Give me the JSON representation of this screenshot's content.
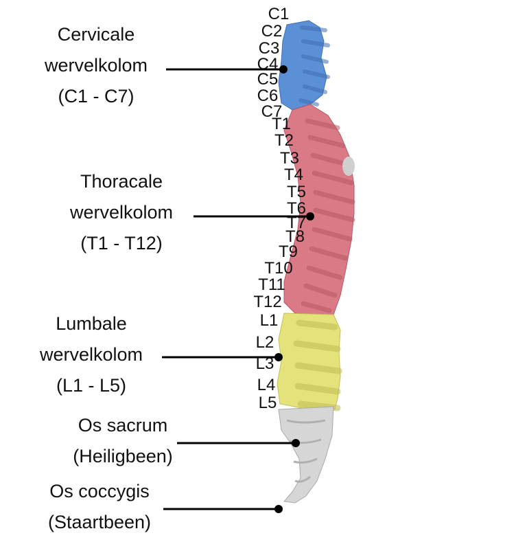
{
  "regions": [
    {
      "id": "cervical",
      "line1": "Cervicale",
      "line2": "wervelkolom",
      "line3": "(C1 - C7)",
      "color": "#5b8fd6"
    },
    {
      "id": "thoracic",
      "line1": "Thoracale",
      "line2": "wervelkolom",
      "line3": "(T1 - T12)",
      "color": "#d97a86"
    },
    {
      "id": "lumbar",
      "line1": "Lumbale",
      "line2": "wervelkolom",
      "line3": "(L1 - L5)",
      "color": "#e4e27a"
    },
    {
      "id": "sacrum",
      "line1": "Os sacrum",
      "line2": "(Heiligbeen)",
      "color": "#d6d6d6"
    },
    {
      "id": "coccyx",
      "line1": "Os coccygis",
      "line2": "(Staartbeen)",
      "color": "#d6d6d6"
    }
  ],
  "vertebrae": {
    "cervical": [
      "C1",
      "C2",
      "C3",
      "C4",
      "C5",
      "C6",
      "C7"
    ],
    "thoracic": [
      "T1",
      "T2",
      "T3",
      "T4",
      "T5",
      "T6",
      "T7",
      "T8",
      "T9",
      "T10",
      "T11",
      "T12"
    ],
    "lumbar": [
      "L1",
      "L2",
      "L3",
      "L4",
      "L5"
    ]
  }
}
